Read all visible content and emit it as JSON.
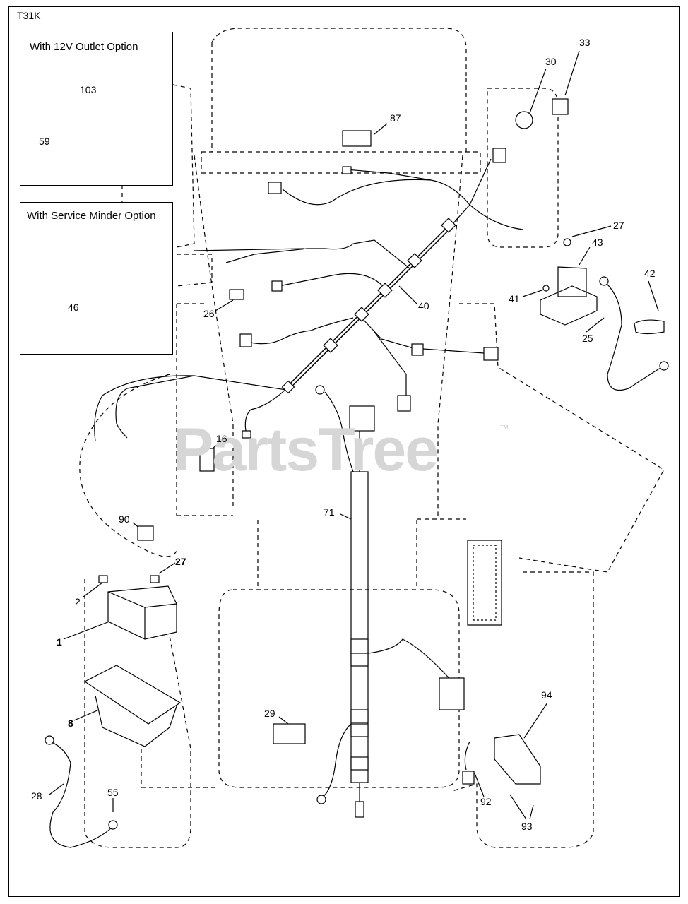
{
  "diagram_code": "T31K",
  "watermark": "PartsTree",
  "watermark_tm": "TM",
  "option_boxes": [
    {
      "title": "With 12V Outlet Option"
    },
    {
      "title": "With Service Minder Option"
    }
  ],
  "callouts": {
    "c103": "103",
    "c59": "59",
    "c46": "46",
    "c33": "33",
    "c30": "30",
    "c87": "87",
    "c27a": "27",
    "c43": "43",
    "c42": "42",
    "c41": "41",
    "c25": "25",
    "c40": "40",
    "c26": "26",
    "c16": "16",
    "c71": "71",
    "c90": "90",
    "c27b": "27",
    "c2": "2",
    "c1": "1",
    "c8": "8",
    "c28": "28",
    "c55": "55",
    "c29": "29",
    "c94": "94",
    "c92": "92",
    "c93": "93"
  }
}
